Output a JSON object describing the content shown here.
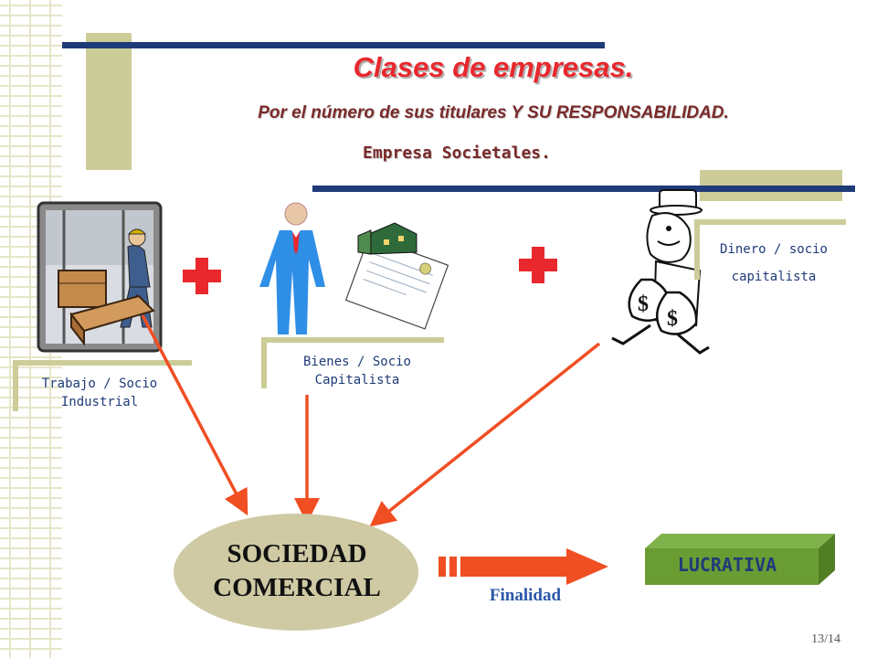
{
  "title": "Clases de empresas.",
  "subtitle": "Por el número de sus titulares Y SU RESPONSABILIDAD.",
  "section": "Empresa Societales.",
  "inputs": [
    {
      "line1": "Trabajo / Socio",
      "line2": "Industrial",
      "icon": "worker-lifting-boxes-icon"
    },
    {
      "line1": "Bienes / Socio",
      "line2": "Capitalista",
      "icon": "businessman-with-deed-icon"
    },
    {
      "line1": "Dinero / socio",
      "line2": "capitalista",
      "icon": "man-with-money-bags-icon"
    }
  ],
  "result": {
    "line1": "SOCIEDAD",
    "line2": "COMERCIAL"
  },
  "finalidad_label": "Finalidad",
  "outcome_label": "LUCRATIVA",
  "page_number": "13/14",
  "colors": {
    "accent": "#e8282d",
    "arrow": "#f04e23",
    "navy": "#1f3b78",
    "olive": "#c9c9a0",
    "oval": "#cfcaa4",
    "green": "#6a9c34"
  }
}
